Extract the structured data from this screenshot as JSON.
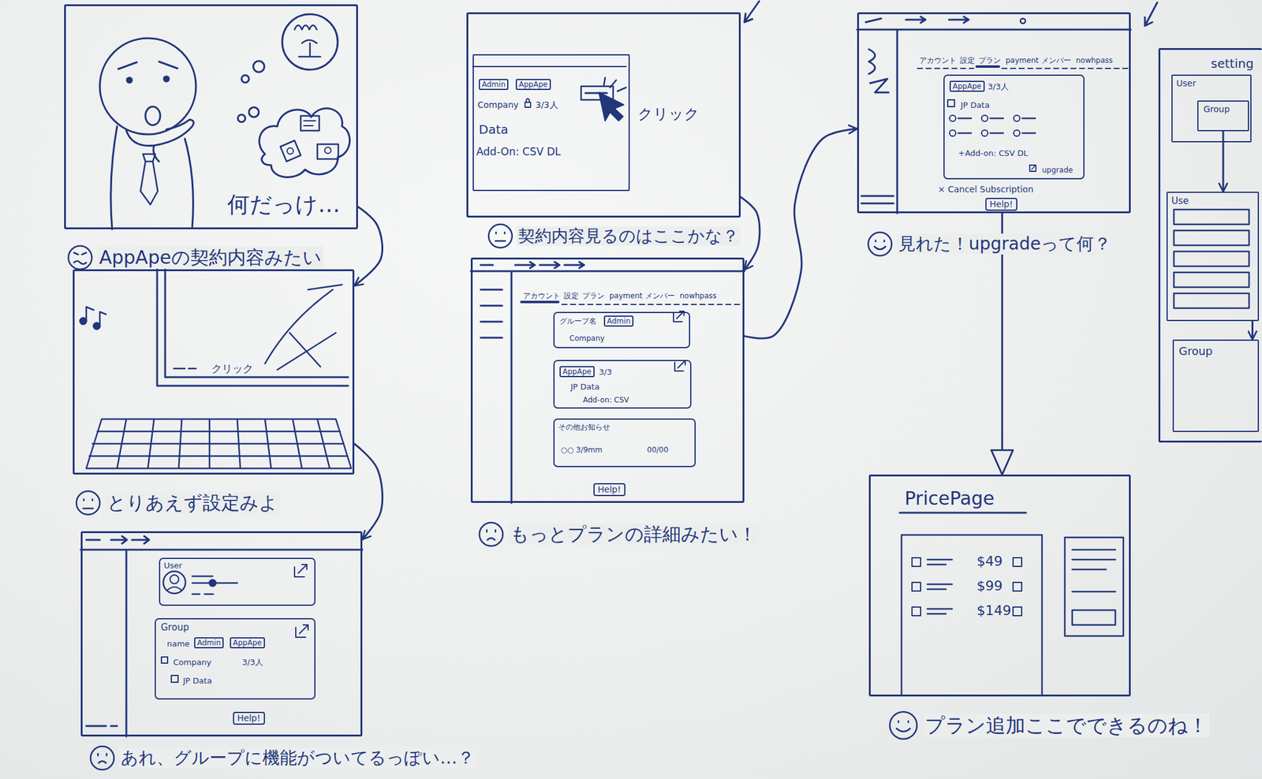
{
  "diagram": {
    "nodes": [
      {
        "text": [
          "何だっけ…",
          "AppApeの契約内容みたい"
        ]
      },
      {
        "text": [
          "クリック",
          "とりあえず設定みよ"
        ]
      },
      {
        "text": [
          "あれ、グループに機能がついてるっぽい…？"
        ]
      },
      {
        "text": [
          "User"
        ],
        "in": 2
      },
      {
        "text": [
          "Group",
          "name",
          "Company",
          "3/3人",
          "JP Data"
        ],
        "in": 2
      },
      {
        "text": [
          "Admin"
        ],
        "in": 4
      },
      {
        "text": [
          "AppApe"
        ],
        "in": 4
      },
      {
        "text": [
          "Help!"
        ],
        "in": 2
      },
      {
        "text": [
          "クリック",
          "契約内容見るのはここかな？"
        ]
      },
      {
        "text": [
          "Company",
          "3/3人",
          "Data",
          "Add-On: CSV DL"
        ],
        "in": 8
      },
      {
        "text": [
          "Admin"
        ],
        "in": 9
      },
      {
        "text": [
          "AppApe"
        ],
        "in": 9
      },
      {
        "text": [
          "アカウント",
          "設定",
          "プラン",
          "payment",
          "メンバー",
          "nowhpass",
          "もっとプランの詳細みたい！"
        ]
      },
      {
        "text": [
          "グループ名",
          "Company"
        ],
        "in": 12
      },
      {
        "text": [
          "Admin"
        ],
        "in": 13
      },
      {
        "text": [
          "3/3",
          "JP Data",
          "Add-on: CSV"
        ],
        "in": 12
      },
      {
        "text": [
          "AppApe"
        ],
        "in": 15
      },
      {
        "text": [
          "その他お知らせ",
          "○○ 3/9mm",
          "00/00"
        ],
        "in": 12
      },
      {
        "text": [
          "Help!"
        ],
        "in": 12
      },
      {
        "text": [
          "アカウント",
          "設定",
          "プラン",
          "payment",
          "メンバー",
          "nowhpass",
          "× Cancel Subscription",
          "見れた！upgradeって何？"
        ]
      },
      {
        "text": [
          "3/3人",
          "JP Data",
          "+Add-on: CSV DL",
          "upgrade"
        ],
        "in": 19
      },
      {
        "text": [
          "AppApe"
        ],
        "in": 20
      },
      {
        "text": [
          "Help!"
        ],
        "in": 19
      },
      {
        "text": [
          "PricePage",
          "$49",
          "$99",
          "$149",
          "プラン追加ここでできるのね！"
        ]
      },
      {
        "text": [
          "setting"
        ]
      },
      {
        "text": [
          "User"
        ],
        "in": 24
      },
      {
        "text": [
          "Group"
        ],
        "in": 25
      },
      {
        "text": [
          "Use"
        ],
        "in": 24
      },
      {
        "text": [
          "Group"
        ],
        "in": 24
      }
    ],
    "edges": [
      {
        "from": 0,
        "to": 1,
        "arrow": "to"
      },
      {
        "from": 1,
        "to": 2,
        "arrow": "to"
      },
      {
        "from": 8,
        "to": 12,
        "arrow": "to"
      },
      {
        "from": 12,
        "to": 19,
        "arrow": "to"
      },
      {
        "from": 19,
        "to": 23,
        "arrow": "to"
      },
      {
        "from": 26,
        "to": 27,
        "arrow": "to"
      },
      {
        "from": 27,
        "to": 28,
        "arrow": "to"
      }
    ]
  }
}
